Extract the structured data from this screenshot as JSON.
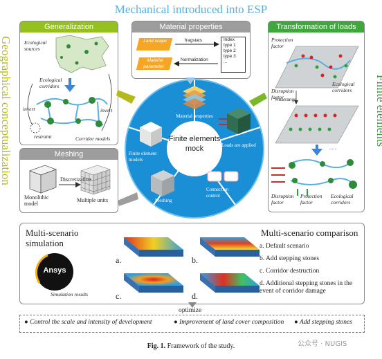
{
  "title": "Mechanical introduced into ESP",
  "side_left": "Geographical conceptualization",
  "side_right": "Finite elements",
  "generalization": {
    "header": "Generalization",
    "ecological_sources": "Ecological sources",
    "ecological_corridors": "Ecological corridors",
    "invert_left": "invert",
    "invert_right": "invert",
    "restraint": "restraint",
    "corridor_models": "Corridor models"
  },
  "material": {
    "header": "Material properties",
    "landscape": "Land scape",
    "material_parameter": "Material parameter",
    "fragstats": "fragstats",
    "normalization": "Normalization",
    "index_lines": [
      "Index",
      "type 1",
      "type 2",
      "type 3",
      "..."
    ]
  },
  "transformation": {
    "header": "Transformation of loads",
    "protection_factor": "Protection factor",
    "disruption_factor": "Disruption factor",
    "ecological_corridors": "Ecological corridors",
    "rearrange": "Rearrange",
    "dots": "......",
    "disruption_factor_2": "Disruption factor",
    "protection_factor_2": "Protection factor",
    "ecological_corridors_2": "Ecological corridors"
  },
  "meshing": {
    "header": "Meshing",
    "discretization": "Discretization",
    "monolithic": "Monolithic model",
    "multiple_units": "Multiple units"
  },
  "circle": {
    "center": "Finite elements mock",
    "material_properties": "Material properties",
    "finite_element_models": "Finite element models",
    "loads_applied": "Loads are applied",
    "meshing": "Meshing",
    "connection_control": "Connection control"
  },
  "multi": {
    "sim_title": "Multi-scenario simulation",
    "ansys": "Ansys",
    "simulation_results": "Simulation results",
    "labels": [
      "a.",
      "b.",
      "c.",
      "d."
    ],
    "comparison_title": "Multi-scenario comparison",
    "items": [
      "a. Default scenario",
      "b. Add stepping stones",
      "c. Corridor destruction",
      "d. Additional stepping stones in the event of corridor damage"
    ]
  },
  "optimize": {
    "label": "optimize",
    "items": [
      "Control the scale and intensity of development",
      "Improvement of land cover composition",
      "Add stepping stones"
    ]
  },
  "caption": {
    "label": "Fig. 1.",
    "text": "Framework of the study."
  },
  "watermark": "公众号 · NUGIS",
  "colors": {
    "title_blue": "#5aaee0",
    "left_green": "#b4ba1c",
    "right_green": "#2ea23a",
    "header_green_left": "#95c11f",
    "header_gray": "#9d9d9d",
    "header_green_right": "#3fa83c",
    "circle_blue": "#1a8fd6",
    "orange": "#f6a623"
  }
}
